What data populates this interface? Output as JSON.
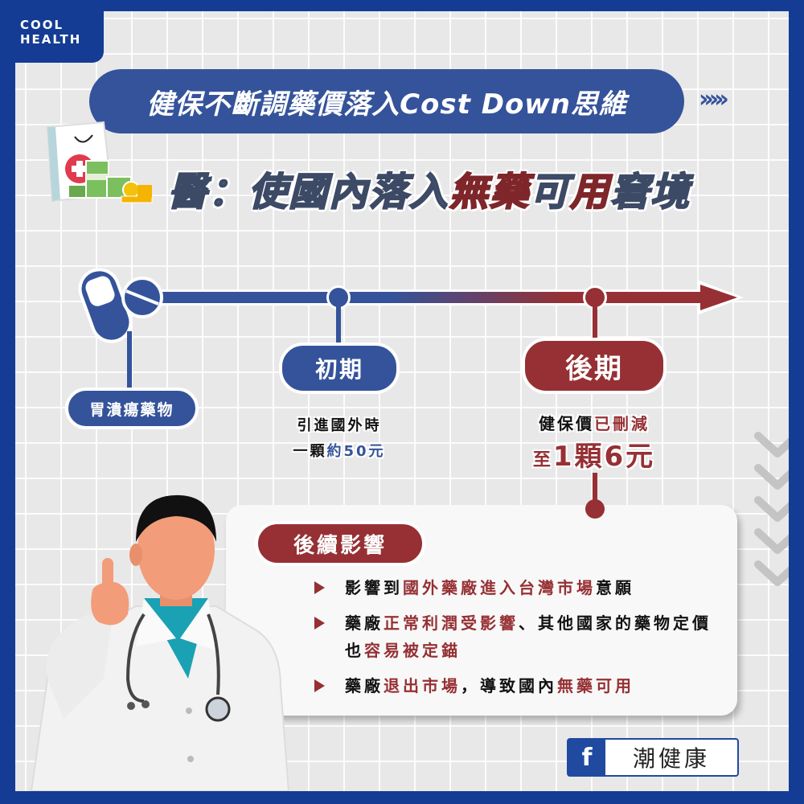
{
  "brand": {
    "logo_line1": "COOL",
    "logo_line2": "HEALTH"
  },
  "header": {
    "title": "健保不斷調藥價落入Cost Down思維",
    "arrows": "›››››",
    "subtitle_parts": [
      {
        "text": "醫：使國內落入",
        "highlight": false
      },
      {
        "text": "無藥",
        "highlight": true
      },
      {
        "text": "可",
        "highlight": false
      },
      {
        "text": "用",
        "highlight": true
      },
      {
        "text": "窘境",
        "highlight": false
      }
    ]
  },
  "timeline": {
    "start_label": "胃潰瘍藥物",
    "early": {
      "label": "初期",
      "line1": "引進國外時",
      "line2_prefix": "一顆",
      "line2_highlight": "約50元"
    },
    "late": {
      "label": "後期",
      "line1_prefix": "健保價",
      "line1_highlight": "已刪減",
      "line2_prefix": "至",
      "line2_highlight": "1顆6元"
    }
  },
  "impact": {
    "title": "後續影響",
    "items": [
      {
        "parts": [
          {
            "t": "影響到",
            "r": false
          },
          {
            "t": "國外藥廠進入台灣市場",
            "r": true
          },
          {
            "t": "意願",
            "r": false
          }
        ]
      },
      {
        "parts": [
          {
            "t": "藥廠",
            "r": false
          },
          {
            "t": "正常利潤受影響",
            "r": true
          },
          {
            "t": "、其他國家的藥物定價也",
            "r": false
          },
          {
            "t": "容易被定錨",
            "r": true
          }
        ]
      },
      {
        "parts": [
          {
            "t": "藥廠",
            "r": false
          },
          {
            "t": "退出市場",
            "r": true
          },
          {
            "t": "，導致國內",
            "r": false
          },
          {
            "t": "無藥可用",
            "r": true
          }
        ]
      }
    ]
  },
  "footer": {
    "fb_icon": "f",
    "page_name": "潮健康"
  },
  "colors": {
    "navy": "#143c94",
    "blue": "#34539a",
    "red": "#963034",
    "background": "#e8e8e9"
  }
}
